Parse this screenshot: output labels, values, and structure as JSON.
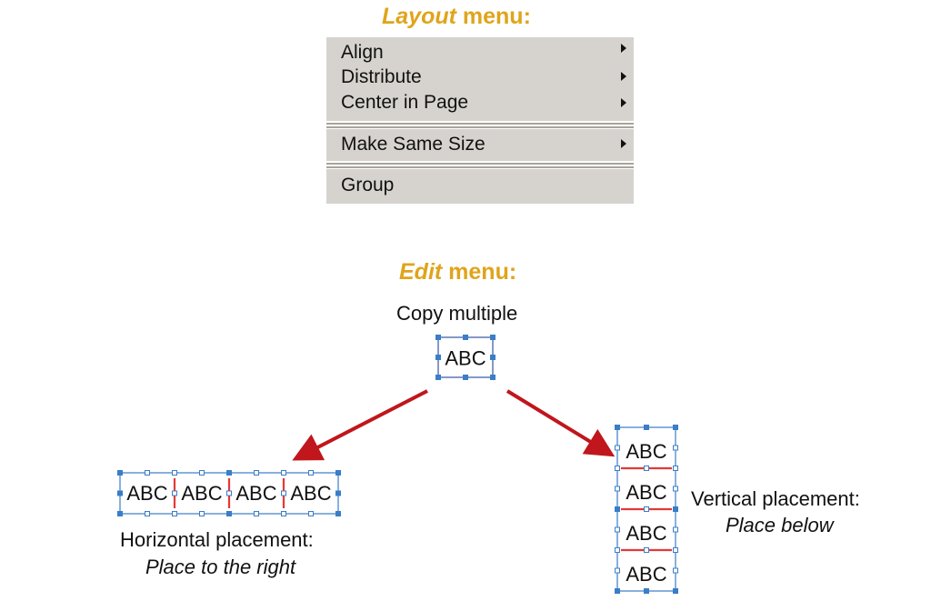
{
  "layout_menu": {
    "heading_em": "Layout",
    "heading_rest": " menu:",
    "items": [
      {
        "label": "Align",
        "has_submenu": true
      },
      {
        "label": "Distribute",
        "has_submenu": true
      },
      {
        "label": "Center in Page",
        "has_submenu": true
      },
      {
        "label": "Make Same Size",
        "has_submenu": true
      },
      {
        "label": "Group",
        "has_submenu": false
      }
    ]
  },
  "edit_menu": {
    "heading_em": "Edit",
    "heading_rest": " menu:",
    "command": "Copy multiple",
    "box_text": "ABC",
    "horizontal_title": "Horizontal placement:",
    "horizontal_option": "Place to the right",
    "vertical_title": "Vertical placement:",
    "vertical_option": "Place below",
    "copies": 4
  },
  "colors": {
    "heading": "#e0a41b",
    "menu_bg": "#d6d3ce",
    "arrow": "#c0161c",
    "selection_frame": "#3a7dc8",
    "object_border": "#e53935"
  }
}
